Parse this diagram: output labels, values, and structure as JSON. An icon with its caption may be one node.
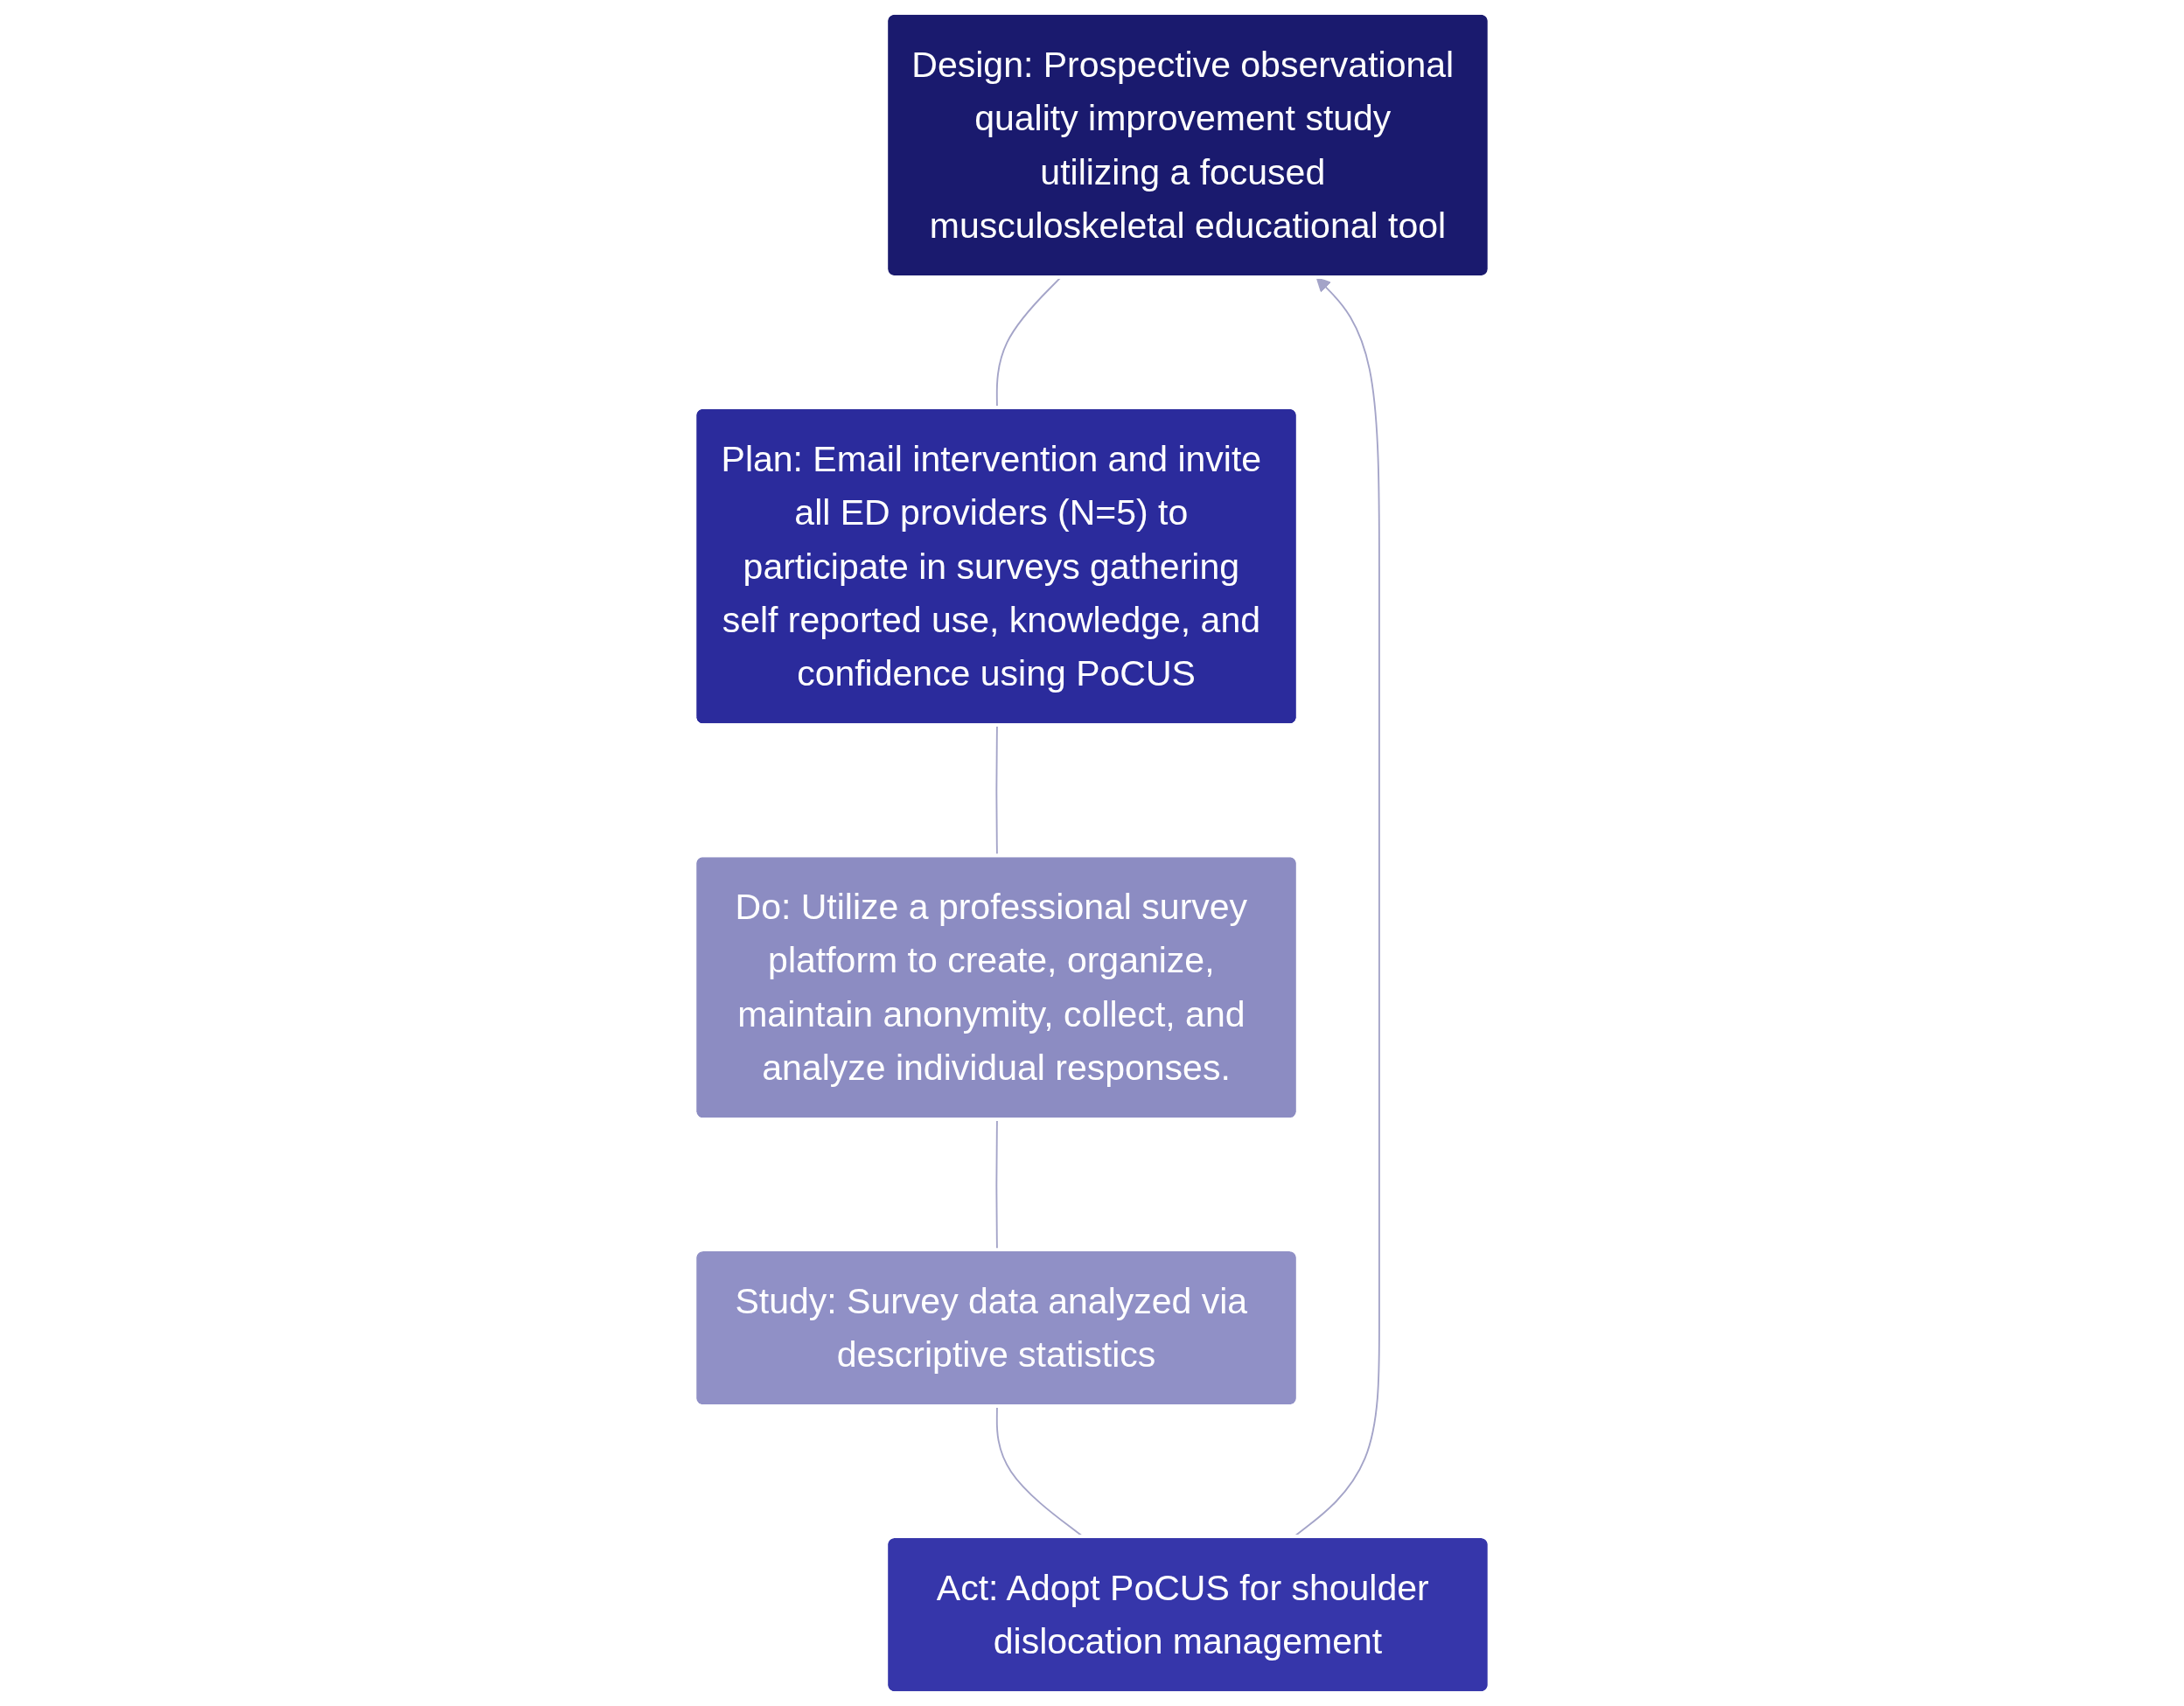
{
  "diagram": {
    "nodes": [
      {
        "text": [
          "Design: Prospective observational quality improvement study utilizing a focused musculoskeletal educational tool"
        ]
      },
      {
        "text": [
          "Plan: Email intervention and invite all ED providers (N=5) to participate in surveys gathering self reported use, knowledge, and confidence using PoCUS"
        ]
      },
      {
        "text": [
          "Do: Utilize a professional survey platform to create, organize, maintain anonymity, collect, and analyze individual responses."
        ]
      },
      {
        "text": [
          "Study: Survey data analyzed via descriptive statistics"
        ]
      },
      {
        "text": [
          "Act: Adopt PoCUS for shoulder dislocation management"
        ]
      }
    ],
    "edges": [
      {
        "from": 0,
        "to": 1,
        "arrow": "none"
      },
      {
        "from": 1,
        "to": 2,
        "arrow": "none"
      },
      {
        "from": 2,
        "to": 3,
        "arrow": "none"
      },
      {
        "from": 3,
        "to": 4,
        "arrow": "none"
      },
      {
        "from": 4,
        "to": 0,
        "arrow": "to"
      }
    ]
  }
}
